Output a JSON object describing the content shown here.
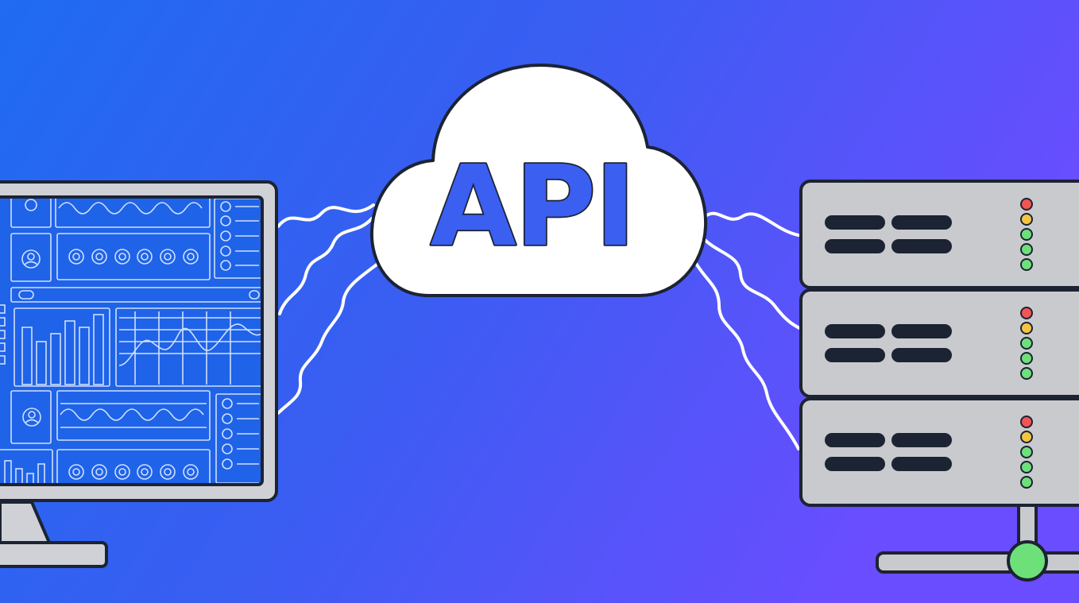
{
  "illustration": {
    "cloud_label": "API"
  },
  "colors": {
    "background_left": "#1f6bf2",
    "background_right": "#6a4dff",
    "outline": "#1c2333",
    "cloud_fill": "#ffffff",
    "api_text_fill": "#3b5ff0",
    "monitor_frame": "#d0d1d6",
    "monitor_screen": "#1f63e8",
    "screen_lines": "#cfe0ff",
    "server_fill": "#c9cace",
    "server_slot": "#1c2333",
    "led_red": "#f25555",
    "led_yellow": "#f5c542",
    "led_green": "#6ee07a",
    "wire": "#ffffff"
  },
  "server": {
    "units": [
      {
        "leds": [
          "red",
          "yellow",
          "green",
          "green",
          "green"
        ]
      },
      {
        "leds": [
          "red",
          "yellow",
          "green",
          "green",
          "green"
        ]
      },
      {
        "leds": [
          "red",
          "yellow",
          "green",
          "green",
          "green"
        ]
      }
    ]
  },
  "icons": {
    "cloud": "cloud-icon",
    "monitor": "monitor-icon",
    "server": "server-rack-icon",
    "network": "network-node-icon",
    "gear": "gear-icon",
    "user": "user-icon"
  }
}
